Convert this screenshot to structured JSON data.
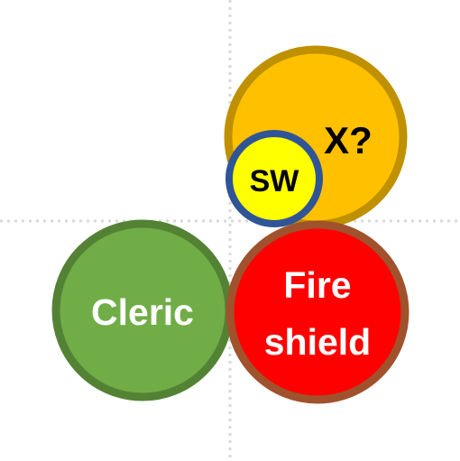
{
  "diagram": {
    "background_color": "#ffffff",
    "guide_color": "#d9d9d9",
    "circles": {
      "x": {
        "label": "X?",
        "fill": "#ffc000",
        "stroke": "#bf9000",
        "text_color": "#000000"
      },
      "sw": {
        "label": "SW",
        "fill": "#ffff00",
        "stroke": "#2f5597",
        "text_color": "#000000"
      },
      "cleric": {
        "label": "Cleric",
        "fill": "#70ad47",
        "stroke": "#548235",
        "text_color": "#ffffff"
      },
      "fire_shield": {
        "label_line_1": "Fire",
        "label_line_2": "shield",
        "fill": "#ff0000",
        "stroke": "#a0522d",
        "text_color": "#ffffff"
      }
    }
  }
}
